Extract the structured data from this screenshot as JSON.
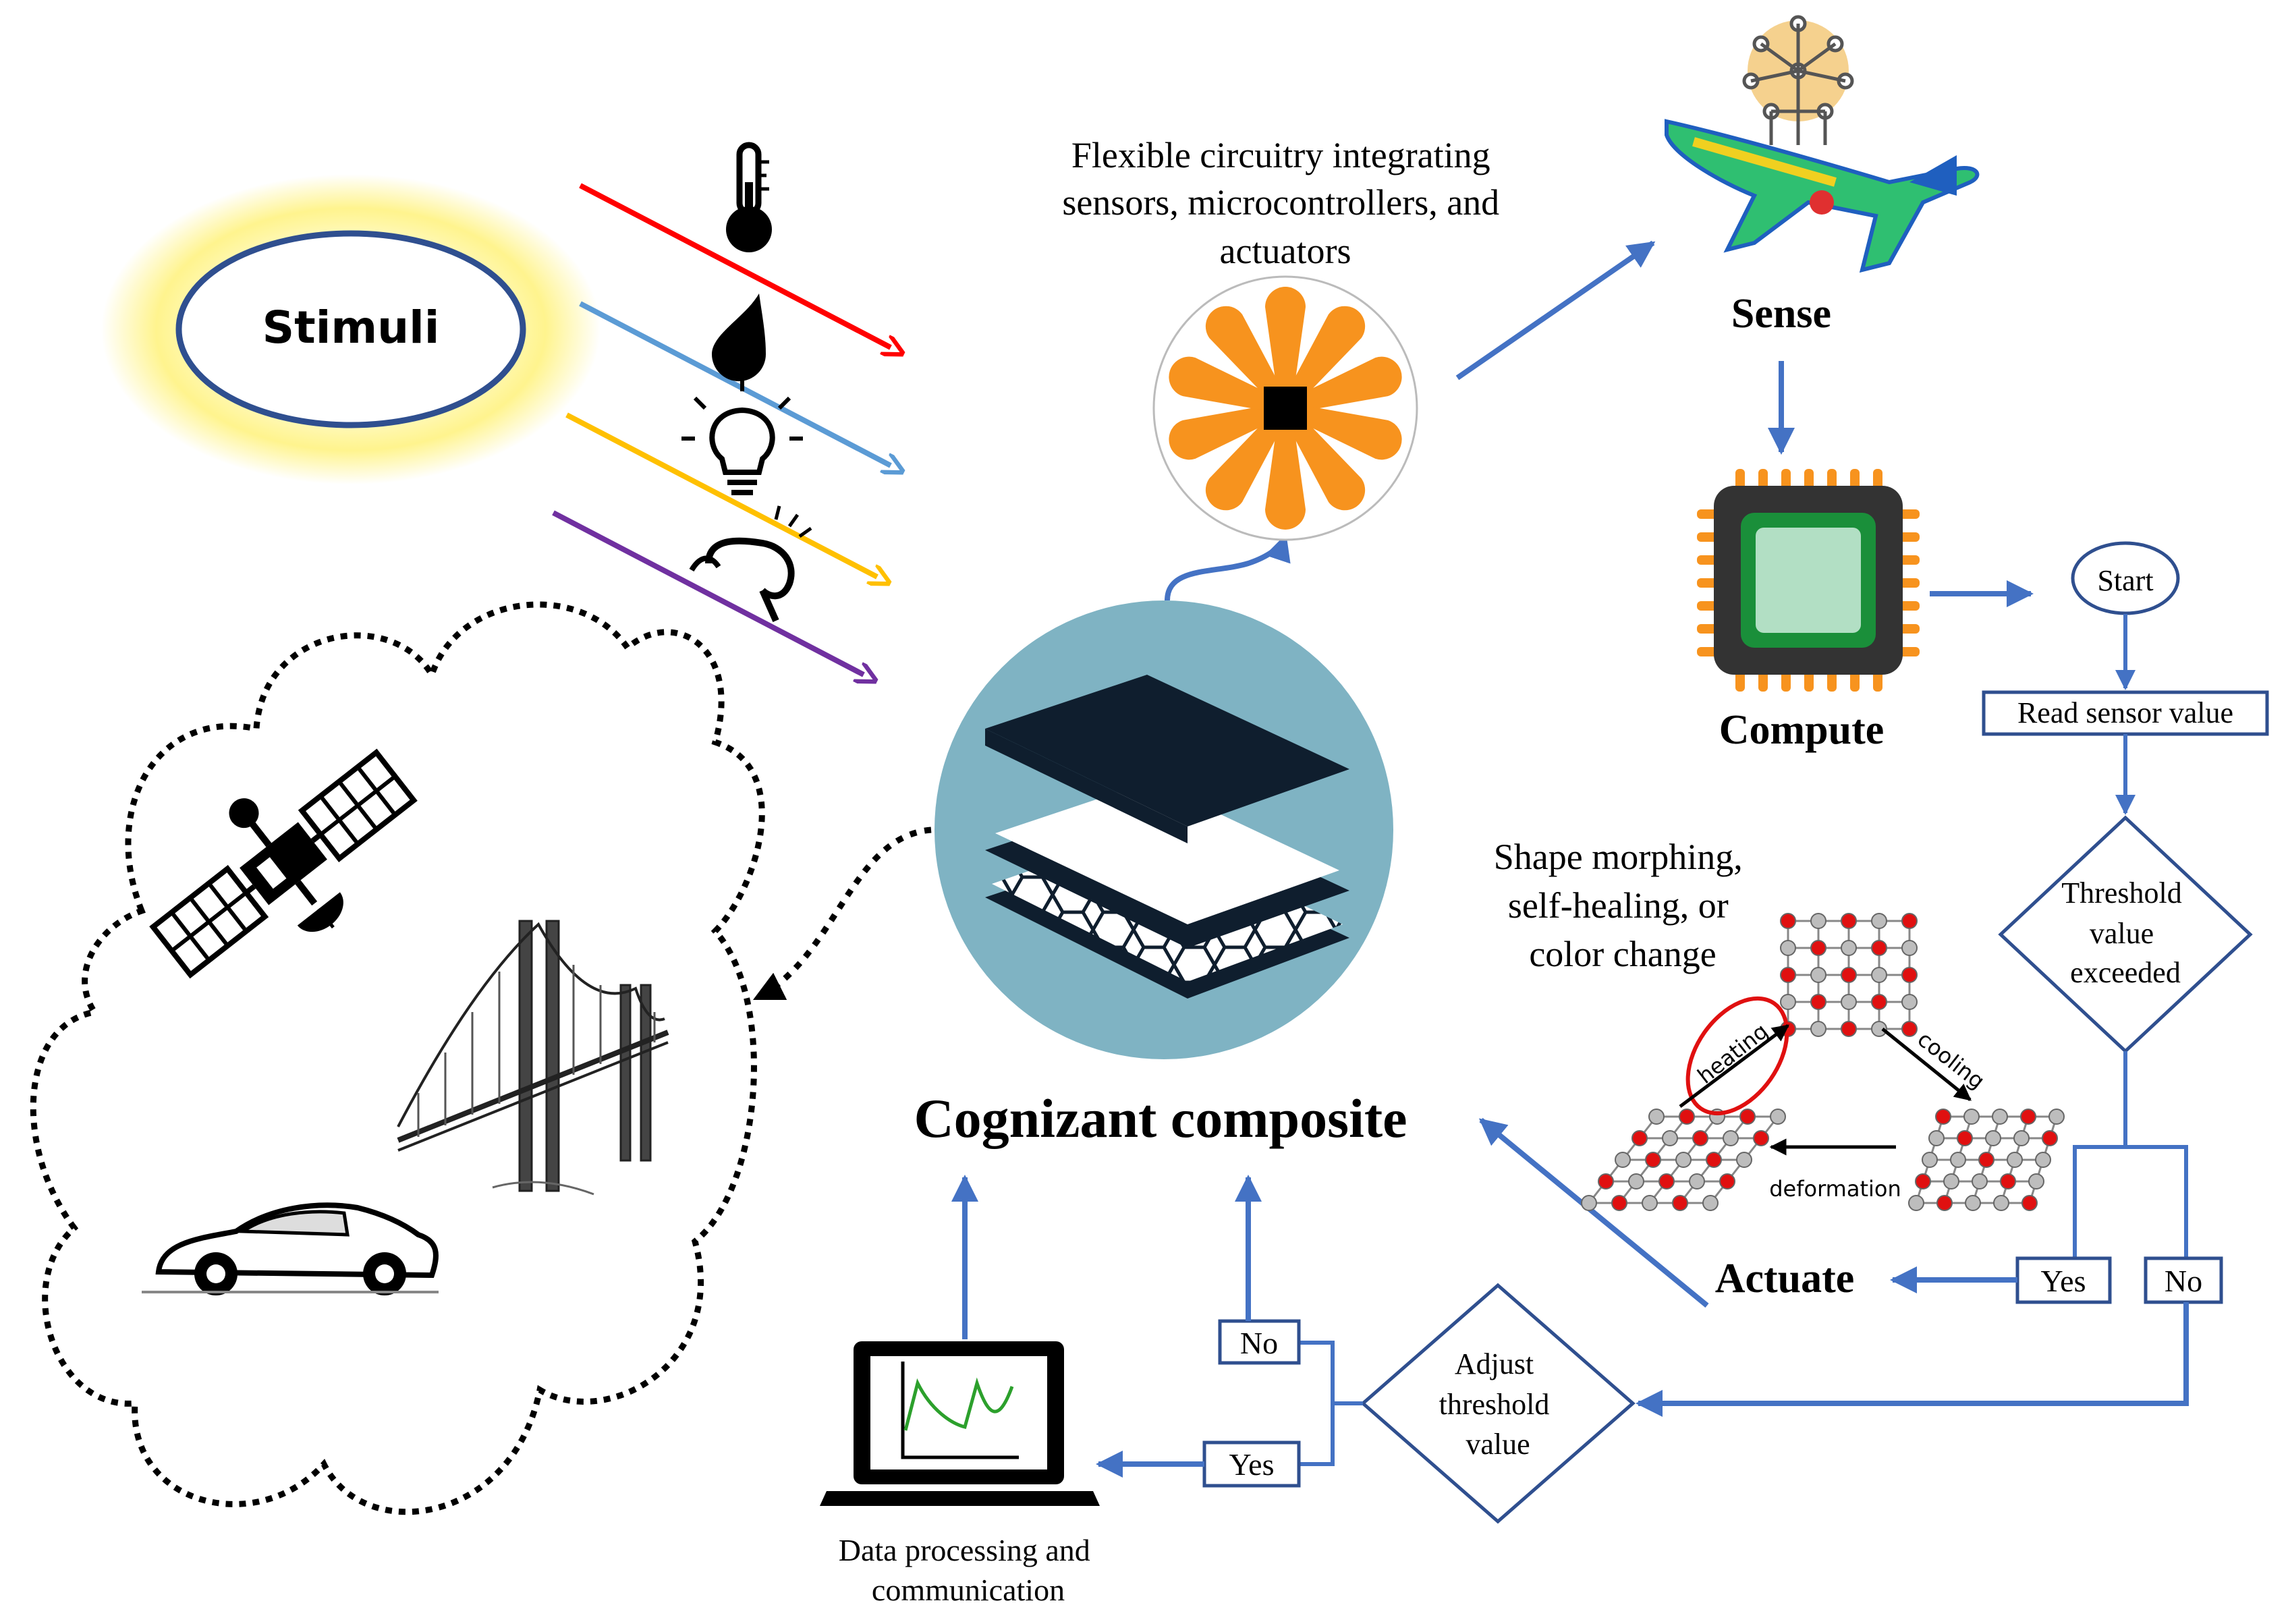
{
  "stimuli": {
    "label": "Stimuli"
  },
  "stimulus_icons": [
    "thermometer-icon",
    "water-drop-icon",
    "light-bulb-icon",
    "pressure-hand-icon"
  ],
  "colors": {
    "red_arrow": "#ff0000",
    "blue_arrow": "#5b9bd5",
    "yellow_arrow": "#ffc000",
    "purple_arrow": "#7030a0",
    "flow_blue": "#4472c4",
    "teal_circle": "#7fb3c3",
    "dark_navy": "#0f1e2e",
    "orange": "#f7931e",
    "stimuli_ellipse": "#2f4f8f",
    "glow": "#fff27a"
  },
  "circuit": {
    "caption": [
      "Flexible circuitry integrating",
      "sensors, microcontrollers, and",
      "actuators"
    ]
  },
  "sense": {
    "label": "Sense"
  },
  "compute": {
    "label": "Compute"
  },
  "composite": {
    "label": "Cognizant composite"
  },
  "applications": {
    "icons": [
      "satellite-icon",
      "bridge-icon",
      "car-icon"
    ]
  },
  "response": {
    "caption": [
      "Shape morphing,",
      "self-healing, or",
      "color change"
    ],
    "heating": "heating",
    "cooling": "cooling",
    "deformation": "deformation"
  },
  "actuate": {
    "label": "Actuate"
  },
  "flowchart": {
    "start": "Start",
    "read": "Read sensor value",
    "threshold": [
      "Threshold",
      "value",
      "exceeded"
    ],
    "yes": "Yes",
    "no": "No",
    "adjust": [
      "Adjust",
      "threshold",
      "value"
    ],
    "adjust_no": "No",
    "adjust_yes": "Yes"
  },
  "data_processing": {
    "caption": [
      "Data processing and",
      "communication"
    ]
  }
}
